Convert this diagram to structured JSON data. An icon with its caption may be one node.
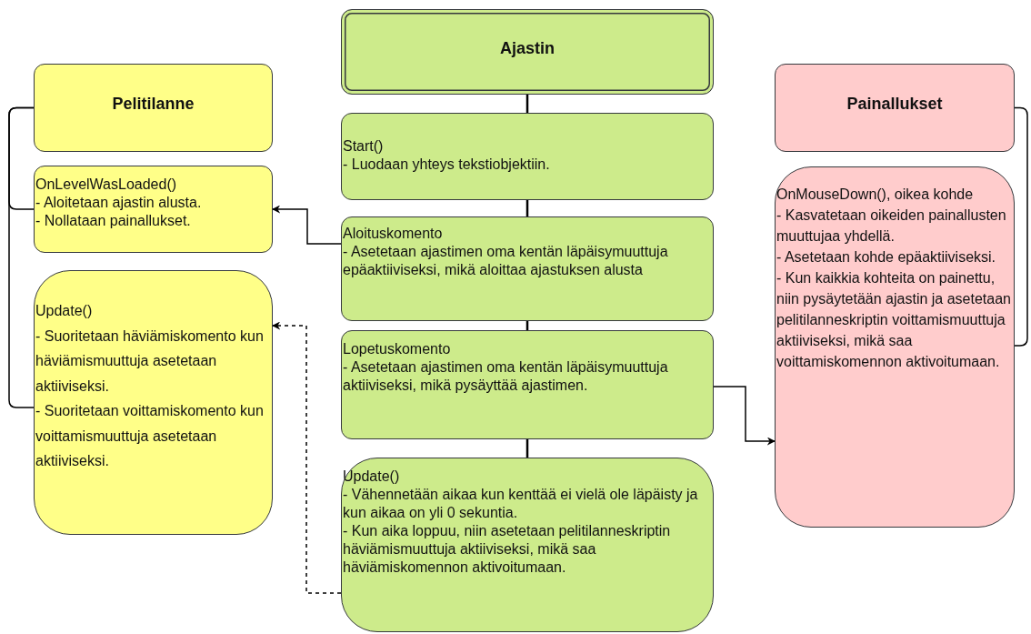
{
  "diagram": {
    "nodes": [
      {
        "text": [
          "Ajastin"
        ]
      },
      {
        "text": [
          "Start()",
          "- Luodaan yhteys tekstiobjektiin."
        ]
      },
      {
        "text": [
          "Aloituskomento",
          "- Asetetaan ajastimen oma kentän läpäisymuuttuja epäaktiiviseksi, mikä aloittaa ajastuksen alusta"
        ]
      },
      {
        "text": [
          "Lopetuskomento",
          "- Asetetaan ajastimen oma kentän läpäisymuuttuja aktiiviseksi, mikä pysäyttää ajastimen."
        ]
      },
      {
        "text": [
          "Update()",
          "- Vähennetään aikaa kun kenttää ei vielä ole läpäisty ja kun aikaa on yli 0 sekuntia.",
          "- Kun aika loppuu, niin asetetaan pelitilanneskriptin häviämismuuttuja aktiiviseksi, mikä saa häviämiskomennon aktivoitumaan."
        ]
      },
      {
        "text": [
          "Pelitilanne"
        ]
      },
      {
        "text": [
          "OnLevelWasLoaded()",
          "- Aloitetaan ajastin alusta.",
          "- Nollataan painallukset."
        ]
      },
      {
        "text": [
          "Update()",
          "- Suoritetaan häviämiskomento kun häviämismuuttuja asetetaan aktiiviseksi.",
          "- Suoritetaan voittamiskomento kun voittamismuuttuja asetetaan aktiiviseksi."
        ]
      },
      {
        "text": [
          "Painallukset"
        ]
      },
      {
        "text": [
          "OnMouseDown(), oikea kohde",
          "- Kasvatetaan oikeiden painallusten muuttujaa yhdellä.",
          "- Asetetaan kohde epäaktiiviseksi.",
          "- Kun kaikkia kohteita on painettu, niin pysäytetään ajastin ja asetetaan pelitilanneskriptin voittamismuuttuja aktiiviseksi, mikä saa voittamiskomennon aktivoitumaan."
        ]
      }
    ],
    "edges": [
      {
        "from": 0,
        "to": 1,
        "arrow": "none"
      },
      {
        "from": 1,
        "to": 2,
        "arrow": "none"
      },
      {
        "from": 2,
        "to": 3,
        "arrow": "none"
      },
      {
        "from": 3,
        "to": 4,
        "arrow": "none"
      },
      {
        "from": 5,
        "to": 6,
        "arrow": "none"
      },
      {
        "from": 5,
        "to": 7,
        "arrow": "none"
      },
      {
        "from": 8,
        "to": 9,
        "arrow": "none"
      },
      {
        "from": 2,
        "to": 6,
        "arrow": "to"
      },
      {
        "from": 3,
        "to": 9,
        "arrow": "to"
      },
      {
        "from": 4,
        "to": 7,
        "arrow": "to",
        "style": "dashed"
      }
    ]
  }
}
